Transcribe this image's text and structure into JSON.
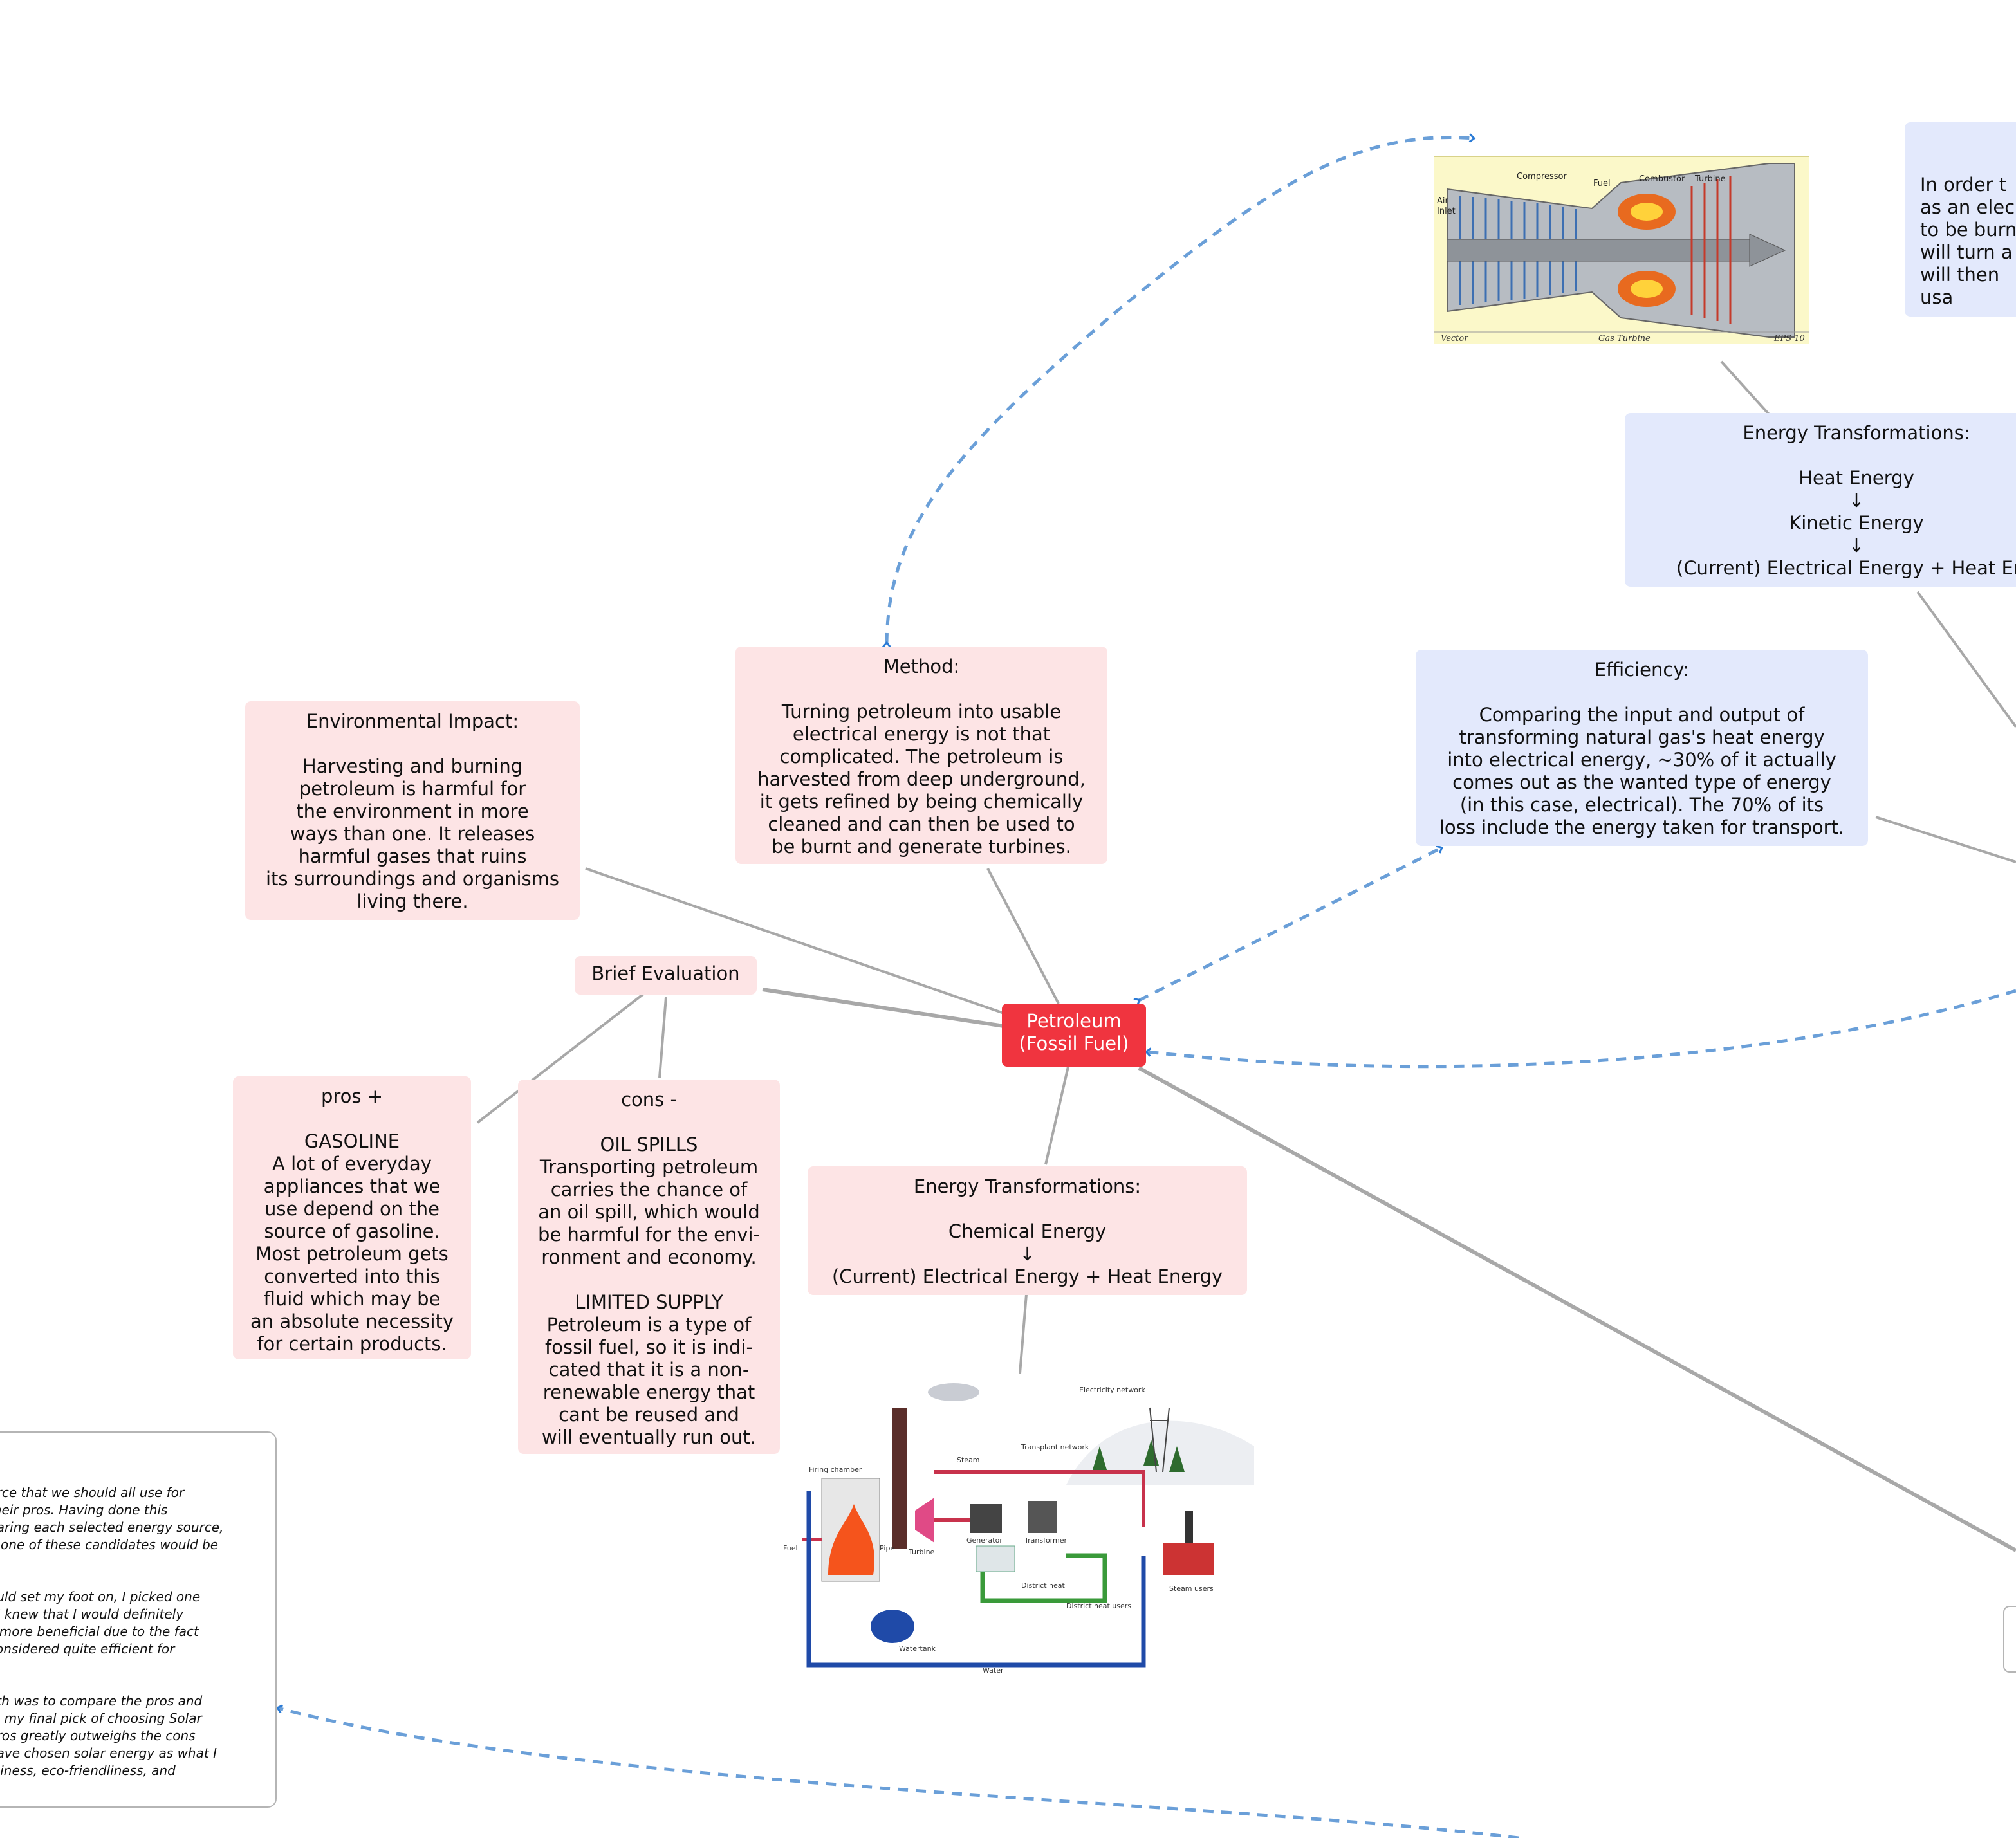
{
  "root": {
    "label": "Petroleum\n(Fossil Fuel)"
  },
  "nodes": {
    "environmental_impact": "Environmental Impact:\n\nHarvesting and burning\npetroleum is harmful for\nthe environment in more\nways than one. It releases\nharmful gases that ruins\nits surroundings and organisms\nliving there.",
    "method": "Method:\n\nTurning petroleum into usable\nelectrical energy is not that\ncomplicated. The petroleum is\nharvested from deep underground,\nit gets refined by being chemically\ncleaned and can then be used to\nbe burnt and generate turbines.",
    "brief_evaluation": "Brief Evaluation",
    "pros": "pros +\n\nGASOLINE\nA lot of everyday\nappliances that we\nuse depend on the\nsource of gasoline.\nMost petroleum gets\nconverted into this\nfluid which may be\nan absolute necessity\nfor certain products.",
    "cons": "cons -\n\nOIL SPILLS\nTransporting petroleum\ncarries the chance of\nan oil spill, which would\nbe harmful for the envi-\nronment and economy.\n\nLIMITED SUPPLY\nPetroleum is a type of\nfossil fuel, so it is indi-\ncated that it is a non-\nrenewable energy that\ncant be reused and\nwill eventually run out.",
    "energy_transformations_pink": "Energy Transformations:\n\nChemical Energy\n↓\n(Current) Electrical Energy + Heat Energy",
    "efficiency": "Efficiency:\n\nComparing the input and output of\ntransforming natural gas's heat energy\ninto electrical energy, ~30% of it actually\ncomes out as the wanted type of energy\n(in this case, electrical). The 70% of its\nloss include the energy taken for transport.",
    "energy_transformations_blue": "Energy Transformations:\n\nHeat Energy\n↓\nKinetic Energy\n↓\n(Current) Electrical Energy + Heat Ene",
    "partial_blue": "In order t\nas an elec\nto be burn\nwill turn a\nwill then \nusa"
  },
  "note_text": "urce that we should all use for\ntheir pros. Having done this\nparing each selected energy source,\nh one of these candidates would be\n\n\nould set my foot on, I picked one\n. I knew that I would definitely\ns more beneficial due to the fact\n considered quite efficient for\n\n\nath was to compare the pros and\n in my final pick of choosing Solar\n pros greatly outweighs the cons\nhave chosen solar energy as what I\nnliness, eco-friendliness, and",
  "turbine_image": {
    "labels": {
      "compressor": "Compressor",
      "fuel": "Fuel",
      "combustor": "Combustor",
      "turbine": "Turbine",
      "air_inlet_1": "Air",
      "air_inlet_2": "Inlet",
      "vector": "Vector",
      "gas_turbine": "Gas Turbine",
      "eps": "EPS 10"
    }
  },
  "plant_image": {
    "labels": {
      "firing_chamber": "Firing chamber",
      "steam": "Steam",
      "transplant_network": "Transplant network",
      "electricity_network": "Electricity network",
      "turbine": "Turbine",
      "generator": "Generator",
      "transformer": "Transformer",
      "fuel": "Fuel",
      "pipe": "Pipe",
      "district_heat": "District heat",
      "district_heat_users": "District heat users",
      "steam_users": "Steam users",
      "watertank": "Watertank",
      "water": "Water"
    }
  },
  "colors": {
    "root": "#f0343f",
    "pink_node": "#fde4e5",
    "blue_node": "#e3e9fc",
    "link_gray": "#a8a8a8",
    "link_dashed": "#6a9fd8"
  }
}
